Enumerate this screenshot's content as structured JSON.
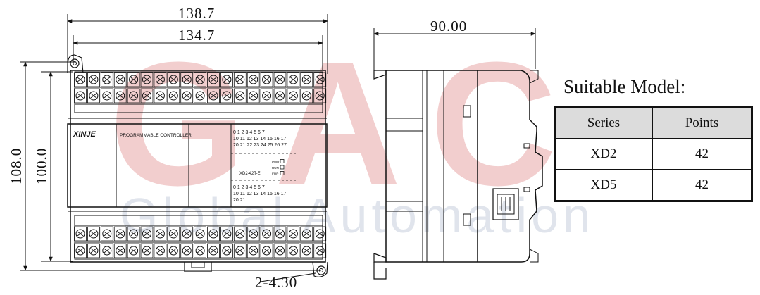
{
  "dimensions": {
    "overall_width": "138.7",
    "mount_width": "134.7",
    "depth": "90.00",
    "overall_height": "108.0",
    "mount_height": "100.0",
    "hole": "2-4.30"
  },
  "front_panel": {
    "brand": "XINJE",
    "product": "PROGRAMMABLE CONTROLLER",
    "model_code": "XD2-42T-E",
    "input_rows": [
      "0 1 2 3 4 5 6 7",
      "10 11 12 13 14 15 16 17",
      "20 21 22 23 24 25 26 27"
    ],
    "output_rows": [
      "0 1 2 3 4 5 6 7",
      "10 11 12 13 14 15 16 17",
      "20 21"
    ],
    "leds": [
      "PWR",
      "RUN",
      "ERR"
    ]
  },
  "watermark": {
    "logo": "GAC",
    "text": "Global Automation",
    "color": "#c0392b"
  },
  "spec_table": {
    "title": "Suitable Model:",
    "headers": [
      "Series",
      "Points"
    ],
    "rows": [
      [
        "XD2",
        "42"
      ],
      [
        "XD5",
        "42"
      ]
    ]
  }
}
